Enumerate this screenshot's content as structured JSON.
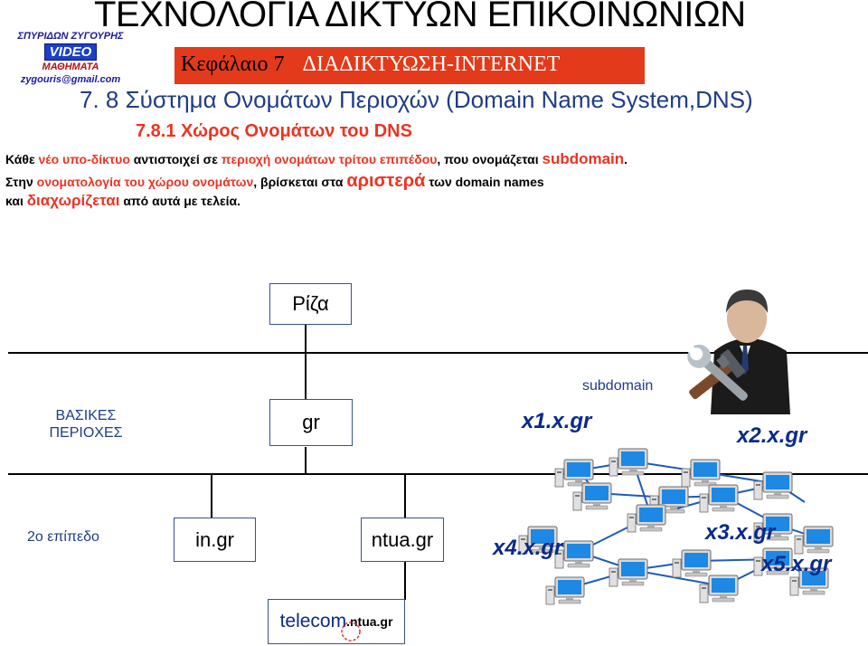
{
  "title": "ΤΕΧΝΟΛΟΓΙΑ ΔΙΚΤΥΩΝ ΕΠΙΚΟΙΝΩΝΙΩΝ",
  "logo": {
    "name": "ΣΠΥΡΙΔΩΝ ΖΥΓΟΥΡΗΣ",
    "video": "VIDEO",
    "lessons": "ΜΑΘΗΜΑΤΑ",
    "email": "zygouris@gmail.com"
  },
  "chapter": {
    "prefix": "Κεφάλαιο 7",
    "title": "ΔΙΑΔΙΚΤΥΩΣΗ-INTERNET"
  },
  "section_title": "7. 8 Σύστημα Ονομάτων Περιοχών (Domain Name System,DNS)",
  "subsection_title": "7.8.1 Χώρος Ονομάτων του DNS",
  "body": {
    "l1_a": "Κάθε ",
    "l1_b": "νέο υπο-δίκτυο",
    "l1_c": " αντιστοιχεί σε ",
    "l1_d": "περιοχή ονομάτων τρίτου επιπέδου",
    "l1_e": ", που ονομάζεται ",
    "l1_f": "subdomain",
    "l1_g": ".",
    "l2_a": "Στην ",
    "l2_b": "ονοματολογία του χώρου ονομάτων",
    "l2_c": ", βρίσκεται στα ",
    "l2_d": "αριστερά",
    "l2_e": " των domain names",
    "l3_a": "και ",
    "l3_b": "διαχωρίζεται",
    "l3_c": " από αυτά με τελεία."
  },
  "diagram": {
    "root": "Ρίζα",
    "basic_domains_1": "ΒΑΣΙΚΕΣ",
    "basic_domains_2": "ΠΕΡΙΟΧΕΣ",
    "gr": "gr",
    "level2": "2ο επίπεδο",
    "in_gr": "in.gr",
    "ntua_gr": "ntua.gr",
    "telecom_a": "telecom",
    "telecom_b": ".ntua.gr",
    "subdomain": "subdomain",
    "x1": "x1.x.gr",
    "x2": "x2.x.gr",
    "x3": "x3.x.gr",
    "x4": "x4.x.gr",
    "x5": "x5.x.gr"
  },
  "colors": {
    "accent_red": "#ee3322",
    "chapter_bar": "#e23a1a",
    "section_blue": "#1f3c88",
    "node_blue": "#0a2a8a",
    "box_border": "#3a4f96"
  },
  "icons": [
    "admin-with-tools-icon",
    "computer-icon"
  ]
}
